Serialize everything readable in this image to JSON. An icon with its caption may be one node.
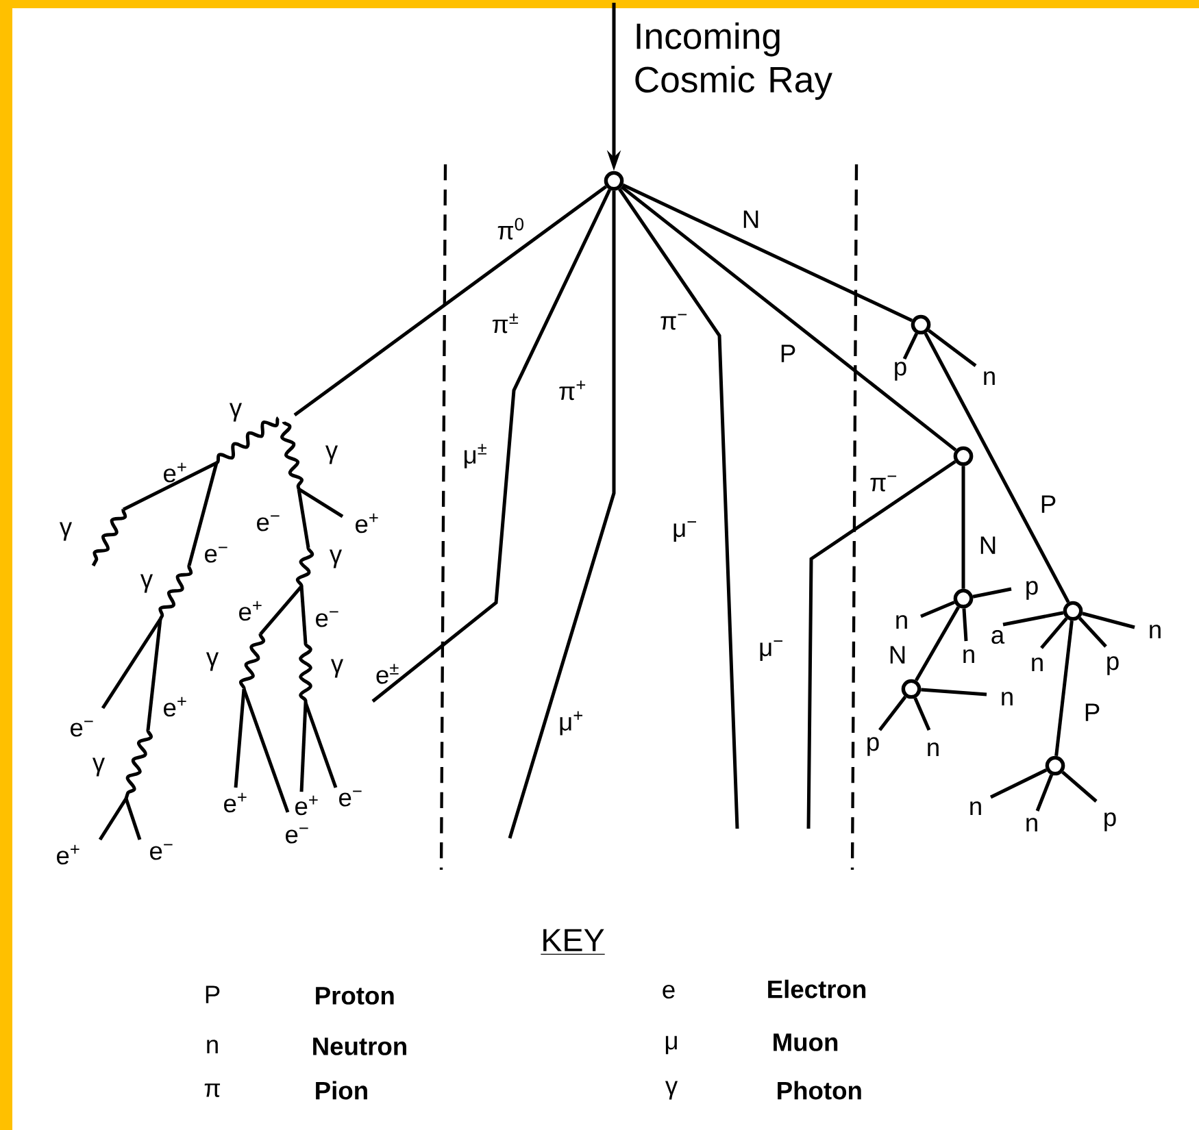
{
  "diagram": {
    "nodes": [
      {
        "text": [],
        "shape": "circle"
      },
      {
        "text": [],
        "shape": "circle"
      },
      {
        "text": [],
        "shape": "circle"
      },
      {
        "text": [],
        "shape": "circle"
      },
      {
        "text": [],
        "shape": "circle"
      },
      {
        "text": [],
        "shape": "circle"
      },
      {
        "text": [],
        "shape": "circle"
      },
      {
        "text": [],
        "shape": "picture"
      }
    ],
    "edges": [
      {
        "from": null,
        "to": 0,
        "arrow": "to",
        "label": "Incoming Cosmic Ray"
      },
      {
        "from": 0,
        "to": 1,
        "arrow": "none",
        "label": "N"
      },
      {
        "from": 0,
        "to": 2,
        "arrow": "none",
        "label": "P"
      },
      {
        "from": 1,
        "to": 4,
        "arrow": "none",
        "label": "P"
      },
      {
        "from": 2,
        "to": 3,
        "arrow": "none",
        "label": "N"
      },
      {
        "from": 3,
        "to": 5,
        "arrow": "none",
        "label": "N"
      },
      {
        "from": 4,
        "to": 6,
        "arrow": "none",
        "label": "P"
      },
      {
        "from": 0,
        "to": 7,
        "arrow": "none",
        "label": "π$^{0}$"
      },
      {
        "from": 0,
        "to": null,
        "arrow": "none",
        "label": "π$^{±}$"
      },
      {
        "from": 0,
        "to": null,
        "arrow": "none",
        "label": "π$^{+}$"
      },
      {
        "from": 0,
        "to": null,
        "arrow": "none",
        "label": "π$^{−}$"
      },
      {
        "from": 2,
        "to": null,
        "arrow": "none",
        "label": "π$^{−}$"
      },
      {
        "from": 1,
        "to": null,
        "arrow": "none",
        "label": "p"
      },
      {
        "from": 1,
        "to": null,
        "arrow": "none",
        "label": "n"
      },
      {
        "from": 3,
        "to": null,
        "arrow": "none",
        "label": "p"
      },
      {
        "from": 3,
        "to": null,
        "arrow": "none",
        "label": "n"
      },
      {
        "from": 3,
        "to": null,
        "arrow": "none",
        "label": "n"
      },
      {
        "from": 4,
        "to": null,
        "arrow": "none",
        "label": "a"
      },
      {
        "from": 4,
        "to": null,
        "arrow": "none",
        "label": "n"
      },
      {
        "from": 4,
        "to": null,
        "arrow": "none",
        "label": "p"
      },
      {
        "from": 4,
        "to": null,
        "arrow": "none",
        "label": "n"
      },
      {
        "from": 5,
        "to": null,
        "arrow": "none",
        "label": "n"
      },
      {
        "from": 5,
        "to": null,
        "arrow": "none",
        "label": "p"
      },
      {
        "from": 5,
        "to": null,
        "arrow": "none",
        "label": "n"
      },
      {
        "from": 6,
        "to": null,
        "arrow": "none",
        "label": "n"
      },
      {
        "from": 6,
        "to": null,
        "arrow": "none",
        "label": "n"
      },
      {
        "from": 6,
        "to": null,
        "arrow": "none",
        "label": "p"
      }
    ],
    "labels": [
      "μ$^{±}$",
      "e$^{±}$",
      "μ$^{+}$",
      "μ$^{−}$",
      "μ$^{−}$",
      "γ",
      "γ",
      "e$^{+}$",
      "γ",
      "e$^{−}$",
      "e$^{+}$",
      "e$^{−}$",
      "γ",
      "γ",
      "e$^{+}$",
      "e$^{−}$",
      "γ",
      "γ",
      "e$^{+}$",
      "e$^{−}$",
      "γ",
      "e$^{+}$",
      "e$^{+}$",
      "e$^{−}$",
      "e$^{−}$",
      "e$^{+}$",
      "e$^{−}$",
      "KEY",
      "P",
      "Proton",
      "e",
      "Electron",
      "n",
      "Neutron",
      "μ",
      "Muon",
      "π",
      "Pion",
      "γ",
      "Photon"
    ]
  }
}
